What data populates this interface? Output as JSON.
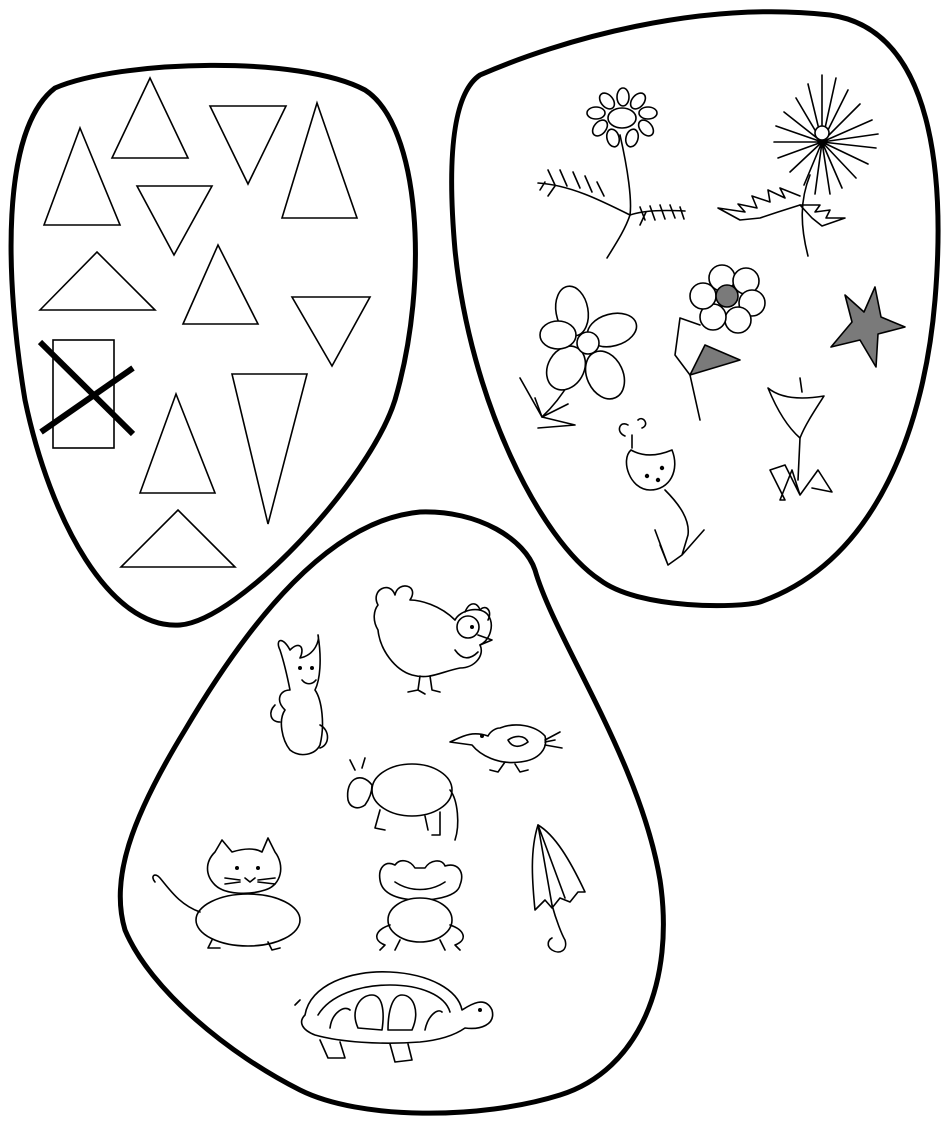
{
  "worksheet": {
    "groups": [
      {
        "name": "triangles",
        "icon": "triangle-icon",
        "odd_one_out": "rectangle-icon"
      },
      {
        "name": "flowers",
        "icon": "flower-icon",
        "odd_one_out": "star-icon"
      },
      {
        "name": "animals",
        "icon": "animal-icon",
        "odd_one_out": "umbrella-icon"
      }
    ],
    "colors": {
      "outline": "#000000",
      "fill_gray": "#7a7a7a",
      "background": "#ffffff"
    }
  }
}
